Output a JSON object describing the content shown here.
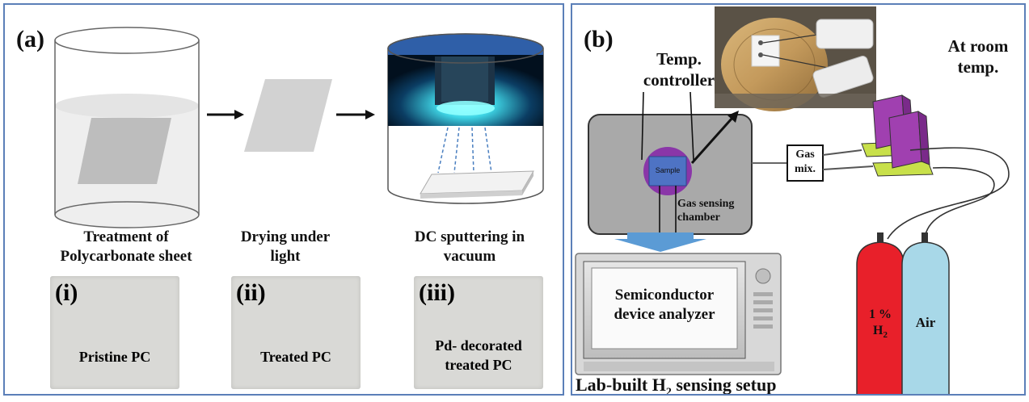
{
  "panel_a": {
    "label": "(a)",
    "step1_caption_line1": "Treatment of",
    "step1_caption_line2": "Polycarbonate sheet",
    "step2_caption_line1": "Drying under",
    "step2_caption_line2": "light",
    "step3_caption_line1": "DC sputtering in",
    "step3_caption_line2": "vacuum",
    "samples": [
      {
        "roman": "(i)",
        "text_line1": "Pristine PC",
        "text_line2": ""
      },
      {
        "roman": "(ii)",
        "text_line1": "Treated PC",
        "text_line2": ""
      },
      {
        "roman": "(iii)",
        "text_line1": "Pd- decorated",
        "text_line2": "treated PC"
      }
    ]
  },
  "panel_b": {
    "label": "(b)",
    "temp_controller_line1": "Temp.",
    "temp_controller_line2": "controller",
    "room_temp_line1": "At room",
    "room_temp_line2": "temp.",
    "sample_label": "Sample",
    "chamber_label_line1": "Gas sensing",
    "chamber_label_line2": "chamber",
    "gas_mix_line1": "Gas",
    "gas_mix_line2": "mix.",
    "analyzer_line1": "Semiconductor",
    "analyzer_line2": "device analyzer",
    "setup_caption_prefix": "Lab-built H",
    "setup_caption_sub": "2",
    "setup_caption_suffix": " sensing setup",
    "cylinder_h2_line1": "1 %",
    "cylinder_h2_line2": "H",
    "cylinder_h2_sub": "2",
    "cylinder_air": "Air"
  },
  "colors": {
    "border": "#5b7fb8",
    "chamber": "#a8a8a8",
    "sample_ring": "#7a2a9a",
    "sample_fill": "#4a6fc0",
    "h2_cylinder": "#e8202a",
    "air_cylinder": "#a8d8e8",
    "mfc_green": "#c8e04a",
    "mfc_purple": "#a040b0",
    "arrow_blue": "#5b9bd5"
  }
}
